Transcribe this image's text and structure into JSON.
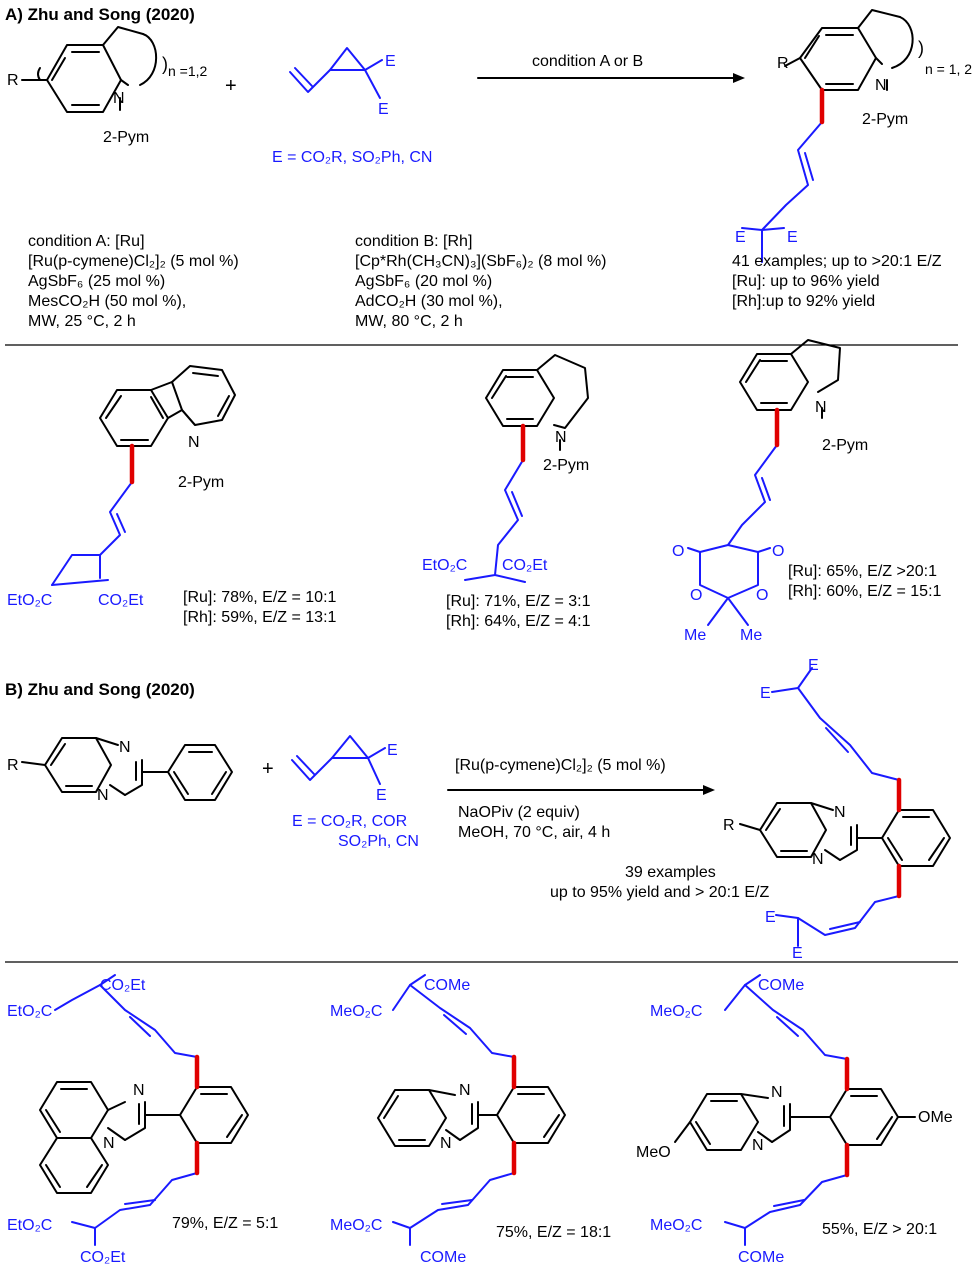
{
  "sectionA": {
    "title": "A) Zhu and Song (2020)",
    "reactant_R": "R",
    "reactant_N": "N",
    "reactant_pym": "2-Pym",
    "reactant_n": "n =1,2",
    "plus": "+",
    "vcp_E1": "E",
    "vcp_E2": "E",
    "E_def": "E = CO₂R, SO₂Ph, CN",
    "arrow_label": "condition A or B",
    "product_R": "R",
    "product_N": "N",
    "product_pym": "2-Pym",
    "product_n": "n = 1, 2",
    "product_E1": "E",
    "product_E2": "E",
    "conditionA": [
      "condition A: [Ru]",
      "[Ru(p-cymene)Cl₂]₂ (5 mol %)",
      "AgSbF₆ (25 mol %)",
      "MesCO₂H (50 mol %),",
      "MW, 25 °C, 2 h"
    ],
    "conditionB": [
      "condition B: [Rh]",
      "[Cp*Rh(CH₃CN)₃](SbF₆)₂ (8 mol %)",
      "AgSbF₆ (20 mol %)",
      "AdCO₂H (30 mol %),",
      "MW, 80 °C, 2 h"
    ],
    "summary": [
      "41 examples; up to >20:1 E/Z",
      "[Ru]: up to 96% yield",
      "[Rh]:up to 92% yield"
    ]
  },
  "examplesA": [
    {
      "label_N": "N",
      "label_pym": "2-Pym",
      "left_ester": "EtO₂C",
      "right_ester": "CO₂Et",
      "results": [
        "[Ru]: 78%, E/Z = 10:1",
        "[Rh]: 59%, E/Z = 13:1"
      ]
    },
    {
      "label_N": "N",
      "label_pym": "2-Pym",
      "left_ester": "EtO₂C",
      "right_ester": "CO₂Et",
      "results": [
        "[Ru]: 71%, E/Z = 3:1",
        "[Rh]: 64%, E/Z = 4:1"
      ]
    },
    {
      "label_N": "N",
      "label_pym": "2-Pym",
      "o1": "O",
      "o2": "O",
      "o3": "O",
      "o4": "O",
      "me1": "Me",
      "me2": "Me",
      "results": [
        "[Ru]: 65%, E/Z >20:1",
        "[Rh]: 60%, E/Z = 15:1"
      ]
    }
  ],
  "sectionB": {
    "title": "B) Zhu and Song (2020)",
    "reactant_R": "R",
    "reactant_N1": "N",
    "reactant_N2": "N",
    "plus": "+",
    "vcp_E1": "E",
    "vcp_E2": "E",
    "E_def": [
      "E = CO₂R, COR",
      "SO₂Ph, CN"
    ],
    "conditions": [
      "[Ru(p-cymene)Cl₂]₂ (5 mol %)",
      "NaOPiv (2 equiv)",
      "MeOH, 70 °C, air, 4 h"
    ],
    "product_R": "R",
    "product_N1": "N",
    "product_N2": "N",
    "product_E": [
      "E",
      "E",
      "E",
      "E"
    ],
    "summary": [
      "39 examples",
      "up to 95% yield and > 20:1 E/Z"
    ]
  },
  "examplesB": [
    {
      "N1": "N",
      "N2": "N",
      "top_right": "CO₂Et",
      "top_left": "EtO₂C",
      "bottom_left": "EtO₂C",
      "bottom_right": "CO₂Et",
      "result": "79%, E/Z = 5:1"
    },
    {
      "N1": "N",
      "N2": "N",
      "top_right": "COMe",
      "top_left": "MeO₂C",
      "bottom_left": "MeO₂C",
      "bottom_right": "COMe",
      "result": "75%, E/Z = 18:1"
    },
    {
      "N1": "N",
      "N2": "N",
      "top_right": "COMe",
      "top_left": "MeO₂C",
      "bottom_left": "MeO₂C",
      "bottom_right": "COMe",
      "ome_right": "OMe",
      "meo_left": "MeO",
      "result": "55%, E/Z > 20:1"
    }
  ]
}
